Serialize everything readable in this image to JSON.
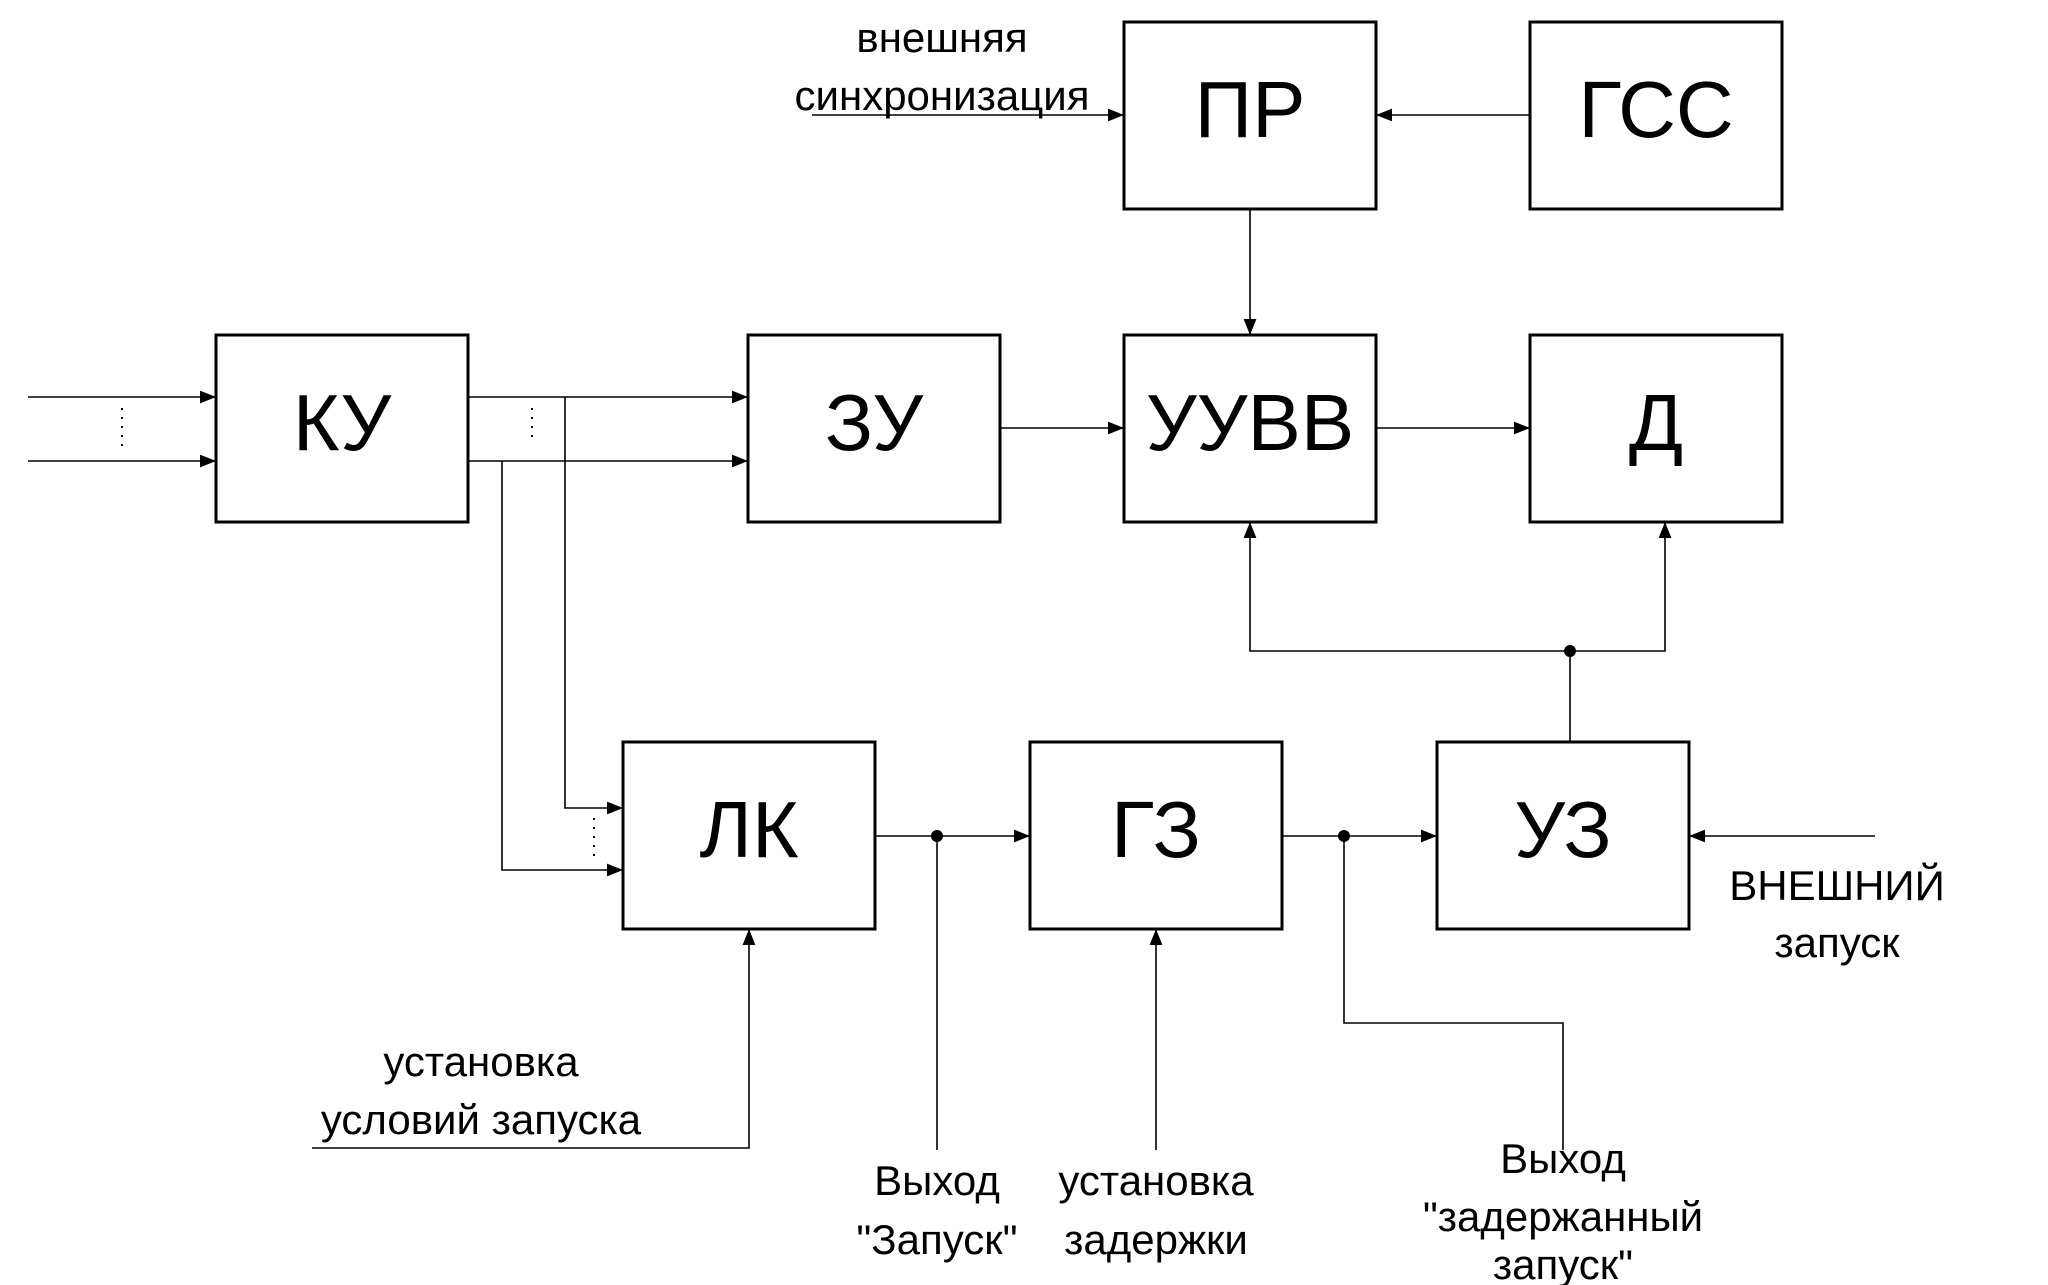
{
  "blocks": {
    "pr": "ПР",
    "gss": "ГСС",
    "ku": "КУ",
    "zu": "ЗУ",
    "uuvv": "УУВВ",
    "d": "Д",
    "lk": "ЛК",
    "gz": "ГЗ",
    "uz": "УЗ"
  },
  "labels": {
    "ext_sync_1": "внешняя",
    "ext_sync_2": "синхронизация",
    "trig_set_1": "установка",
    "trig_set_2": "условий запуска",
    "out_trig_1": "Выход",
    "out_trig_2": "\"Запуск\"",
    "delay_set_1": "установка",
    "delay_set_2": "задержки",
    "out_delayed_1": "Выход",
    "out_delayed_2": "\"задержанный",
    "out_delayed_3": "запуск\"",
    "ext_trig_1": "ВНЕШНИЙ",
    "ext_trig_2": "запуск"
  }
}
